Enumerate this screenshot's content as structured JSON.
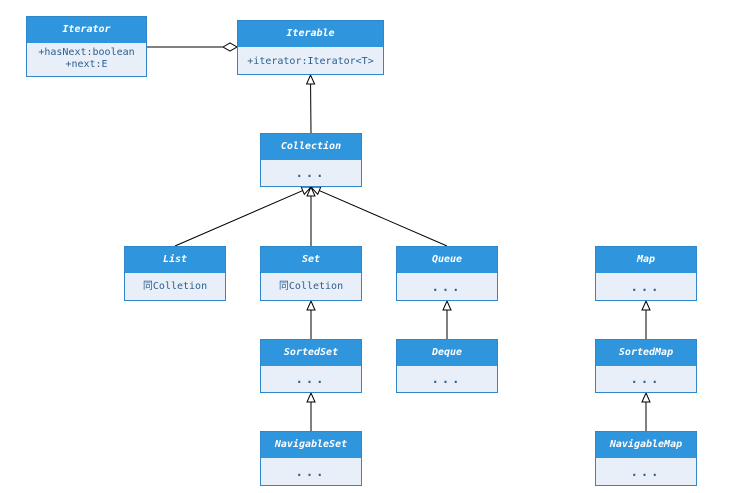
{
  "diagram": {
    "nodes": {
      "iterator": {
        "title": "Iterator",
        "body": [
          "+hasNext:boolean",
          "+next:E"
        ]
      },
      "iterable": {
        "title": "Iterable",
        "body": [
          "+iterator:Iterator<T>"
        ]
      },
      "collection": {
        "title": "Collection",
        "body": [
          "..."
        ]
      },
      "list": {
        "title": "List",
        "body": [
          "同Colletion"
        ]
      },
      "set": {
        "title": "Set",
        "body": [
          "同Colletion"
        ]
      },
      "queue": {
        "title": "Queue",
        "body": [
          "..."
        ]
      },
      "map": {
        "title": "Map",
        "body": [
          "..."
        ]
      },
      "sortedset": {
        "title": "SortedSet",
        "body": [
          "..."
        ]
      },
      "deque": {
        "title": "Deque",
        "body": [
          "..."
        ]
      },
      "sortedmap": {
        "title": "SortedMap",
        "body": [
          "..."
        ]
      },
      "navigableset": {
        "title": "NavigableSet",
        "body": [
          "..."
        ]
      },
      "navigablemap": {
        "title": "NavigableMap",
        "body": [
          "..."
        ]
      }
    },
    "edges": [
      {
        "from": "iterator",
        "to": "iterable",
        "kind": "aggregation"
      },
      {
        "from": "collection",
        "to": "iterable",
        "kind": "inheritance"
      },
      {
        "from": "list",
        "to": "collection",
        "kind": "inheritance"
      },
      {
        "from": "set",
        "to": "collection",
        "kind": "inheritance"
      },
      {
        "from": "queue",
        "to": "collection",
        "kind": "inheritance"
      },
      {
        "from": "sortedset",
        "to": "set",
        "kind": "inheritance"
      },
      {
        "from": "deque",
        "to": "queue",
        "kind": "inheritance"
      },
      {
        "from": "navigableset",
        "to": "sortedset",
        "kind": "inheritance"
      },
      {
        "from": "sortedmap",
        "to": "map",
        "kind": "inheritance"
      },
      {
        "from": "navigablemap",
        "to": "sortedmap",
        "kind": "inheritance"
      }
    ],
    "colors": {
      "header": "#2f96dd",
      "border": "#2f86c9",
      "body_bg": "#e9eff8",
      "text": "#2b5f8f",
      "line": "#000000"
    }
  }
}
